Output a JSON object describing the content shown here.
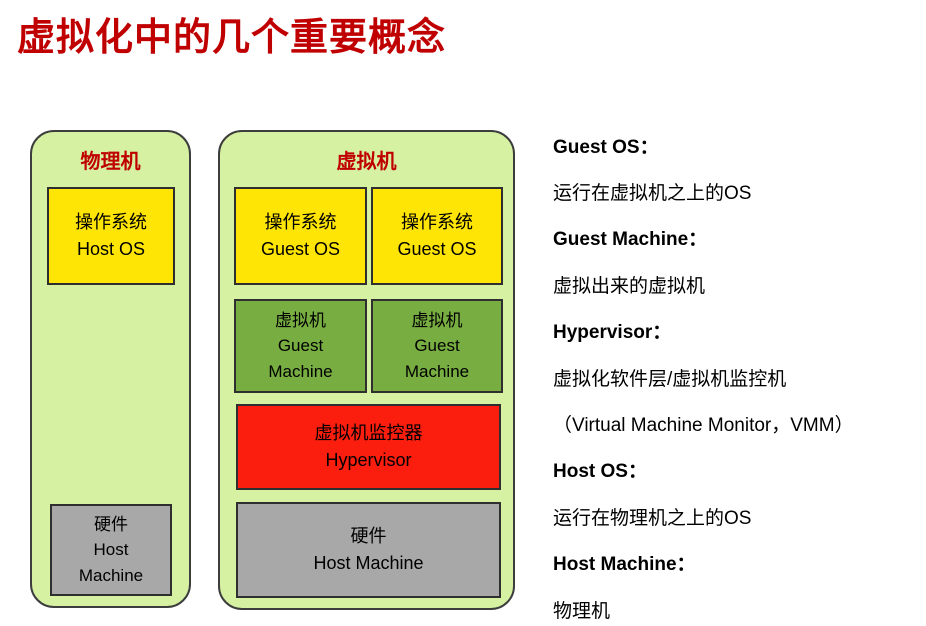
{
  "title": "虚拟化中的几个重要概念",
  "colors": {
    "title_red": "#c00000",
    "container_green": "#d5f1a1",
    "box_yellow": "#ffe506",
    "box_green": "#77ad41",
    "box_red": "#fb1e0e",
    "box_gray": "#a8a8a8",
    "group_label_red": "#c00000"
  },
  "physical": {
    "label": "物理机",
    "os_box": {
      "line1": "操作系统",
      "line2": "Host OS"
    },
    "hw_box": {
      "line1": "硬件",
      "line2": "Host",
      "line3": "Machine"
    }
  },
  "virtual": {
    "label": "虚拟机",
    "guest_os_1": {
      "line1": "操作系统",
      "line2": "Guest OS"
    },
    "guest_os_2": {
      "line1": "操作系统",
      "line2": "Guest OS"
    },
    "guest_machine_1": {
      "line1": "虚拟机",
      "line2": "Guest",
      "line3": "Machine"
    },
    "guest_machine_2": {
      "line1": "虚拟机",
      "line2": "Guest",
      "line3": "Machine"
    },
    "hypervisor": {
      "line1": "虚拟机监控器",
      "line2": "Hypervisor"
    },
    "hw_box": {
      "line1": "硬件",
      "line2": "Host Machine"
    }
  },
  "definitions": {
    "lines": [
      {
        "text": "Guest OS：",
        "style": "term"
      },
      {
        "text": "运行在虚拟机之上的OS",
        "style": "desc"
      },
      {
        "text": "Guest Machine：",
        "style": "term"
      },
      {
        "text": "虚拟出来的虚拟机",
        "style": "desc"
      },
      {
        "text": "Hypervisor：",
        "style": "term"
      },
      {
        "text": "虚拟化软件层/虚拟机监控机",
        "style": "desc"
      },
      {
        "text": "（Virtual Machine Monitor，VMM）",
        "style": "desc"
      },
      {
        "text": "Host OS：",
        "style": "term"
      },
      {
        "text": "运行在物理机之上的OS",
        "style": "desc"
      },
      {
        "text": "Host Machine：",
        "style": "term"
      },
      {
        "text": "物理机",
        "style": "desc"
      }
    ]
  }
}
